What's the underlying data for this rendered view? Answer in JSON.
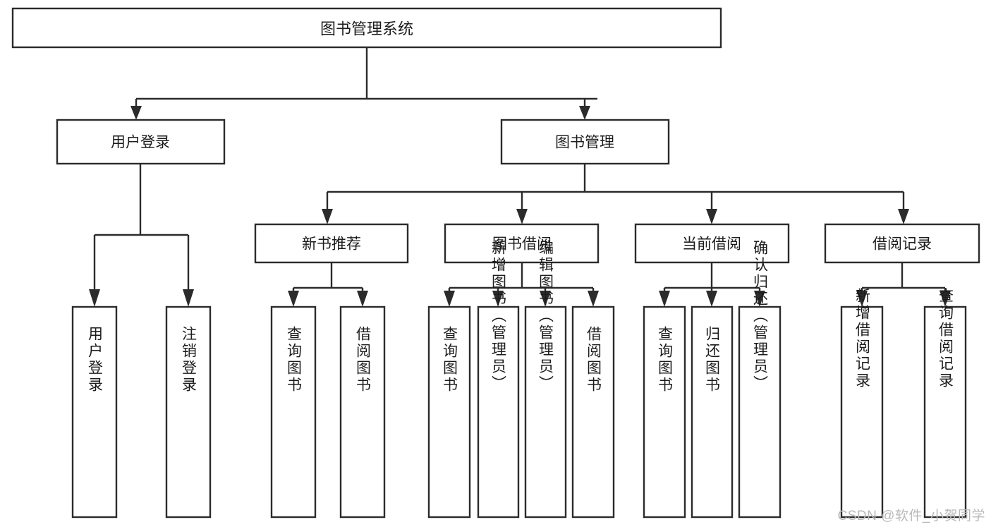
{
  "diagram": {
    "title": "图书管理系统",
    "type": "tree-hierarchy",
    "watermark": "CSDN @软件_小贺同学",
    "colors": {
      "background": "#ffffff",
      "box_stroke": "#2b2b2b",
      "box_fill": "#ffffff",
      "text": "#1c1c1c",
      "watermark": "#b9b9b9"
    },
    "levels": {
      "root": {
        "label": "图书管理系统"
      },
      "level2": [
        {
          "label": "用户登录"
        },
        {
          "label": "图书管理"
        }
      ],
      "level3": [
        {
          "label": "新书推荐"
        },
        {
          "label": "图书借阅"
        },
        {
          "label": "当前借阅"
        },
        {
          "label": "借阅记录"
        }
      ],
      "leaves": {
        "user_login": [
          {
            "label": "用户登录"
          },
          {
            "label": "注销登录"
          }
        ],
        "new_book_recommend": [
          {
            "label": "查询图书"
          },
          {
            "label": "借阅图书"
          }
        ],
        "book_borrow": [
          {
            "label": "查询图书"
          },
          {
            "label": "新增图书（管理员）"
          },
          {
            "label": "编辑图书（管理员）"
          },
          {
            "label": "借阅图书"
          }
        ],
        "current_borrow": [
          {
            "label": "查询图书"
          },
          {
            "label": "归还图书"
          },
          {
            "label": "确认归还（管理员）"
          }
        ],
        "borrow_record": [
          {
            "label": "新增借阅记录"
          },
          {
            "label": "查询借阅记录"
          }
        ]
      }
    }
  }
}
